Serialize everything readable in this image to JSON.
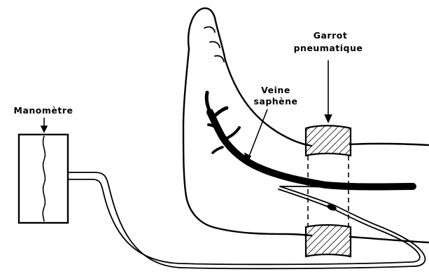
{
  "labels": {
    "garrot_line1": "Garrot",
    "garrot_line2": "pneumatique",
    "veine_line1": "Veine",
    "veine_line2": "saphène",
    "manometre": "Manomètre"
  }
}
